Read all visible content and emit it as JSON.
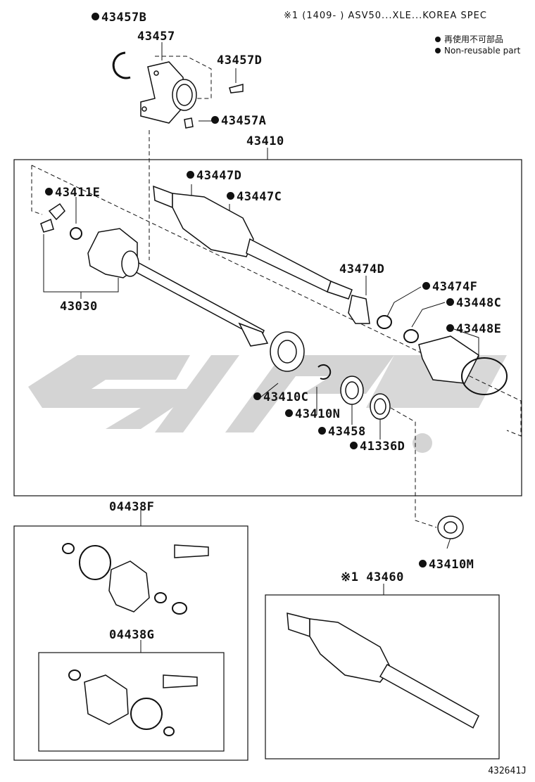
{
  "header": {
    "spec_note": "※1 (1409-      ) ASV50...XLE...KOREA SPEC",
    "legend_ja": "再使用不可部品",
    "legend_en": "Non-reusable part"
  },
  "labels": {
    "p43457B": "43457B",
    "p43457": "43457",
    "p43457D": "43457D",
    "p43457A": "43457A",
    "p43410": "43410",
    "p43447D": "43447D",
    "p43447C": "43447C",
    "p43411E": "43411E",
    "p43030": "43030",
    "p43474D": "43474D",
    "p43474F": "43474F",
    "p43448C": "43448C",
    "p43448E": "43448E",
    "p43410C": "43410C",
    "p43410N": "43410N",
    "p43458": "43458",
    "p41336D": "41336D",
    "p04438F": "04438F",
    "p43410M": "43410M",
    "p43460": "※1 43460",
    "p04438G": "04438G"
  },
  "footer": {
    "code": "432641J"
  }
}
